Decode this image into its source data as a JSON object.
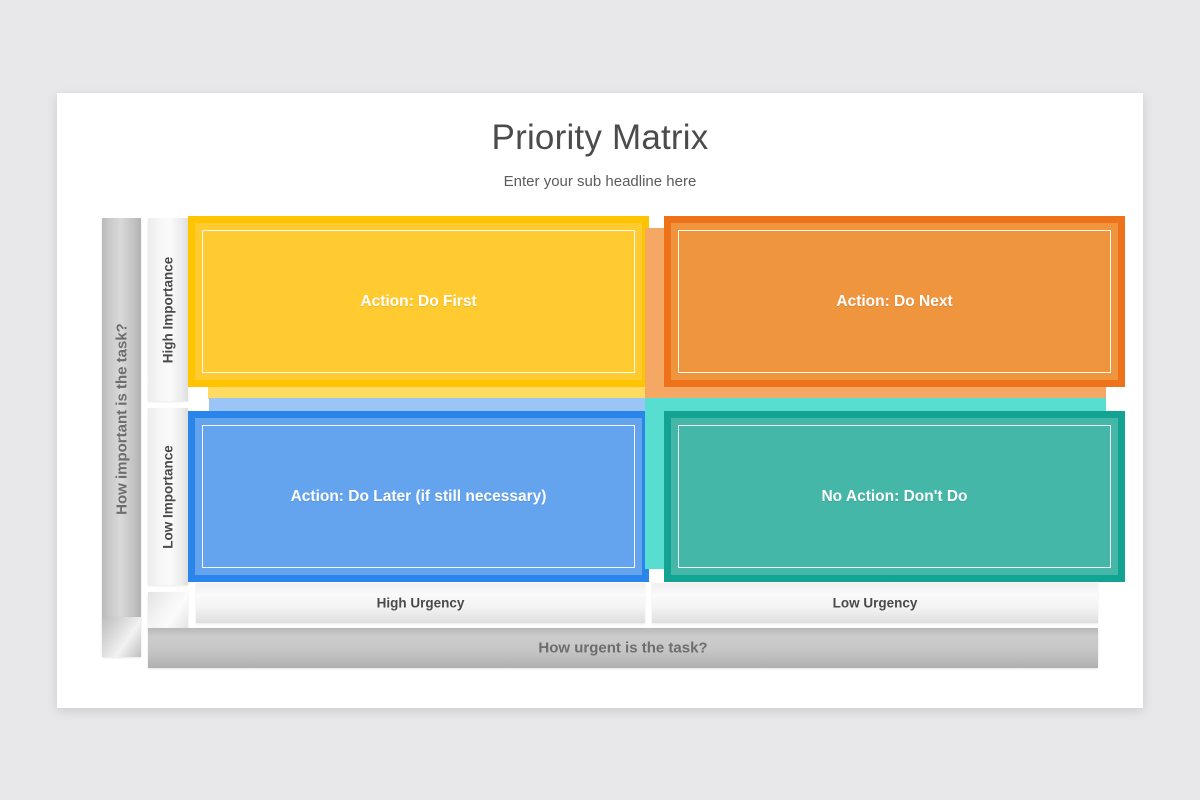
{
  "slide": {
    "title": "Priority Matrix",
    "subtitle": "Enter your sub headline here"
  },
  "axes": {
    "vertical": {
      "label": "How important is the task?",
      "levels": [
        {
          "key": "high",
          "label": "High Importance"
        },
        {
          "key": "low",
          "label": "Low Importance"
        }
      ]
    },
    "horizontal": {
      "label": "How urgent is the task?",
      "levels": [
        {
          "key": "high",
          "label": "High Urgency"
        },
        {
          "key": "low",
          "label": "Low Urgency"
        }
      ]
    }
  },
  "quadrants": [
    {
      "id": "do-first",
      "label": "Action: Do First",
      "importance": "High Importance",
      "urgency": "High Urgency",
      "colors": {
        "border": "#ffc400",
        "fill": "#ffcb31",
        "shadow": "#ffdb63"
      }
    },
    {
      "id": "do-next",
      "label": "Action: Do Next",
      "importance": "High Importance",
      "urgency": "Low Urgency",
      "colors": {
        "border": "#ed7219",
        "fill": "#ef953e",
        "shadow": "#f5a864"
      }
    },
    {
      "id": "do-later",
      "label": "Action: Do Later (if still necessary)",
      "importance": "Low Importance",
      "urgency": "High Urgency",
      "colors": {
        "border": "#2a85ea",
        "fill": "#64a4ef",
        "shadow": "#9bc4f7"
      }
    },
    {
      "id": "dont-do",
      "label": "No Action: Don't Do",
      "importance": "Low Importance",
      "urgency": "Low Urgency",
      "colors": {
        "border": "#13a392",
        "fill": "#44b7a8",
        "shadow": "#58ded0"
      }
    }
  ],
  "theme": {
    "page_background": "#e8e8ea",
    "slide_background": "#ffffff",
    "title_color": "#4b4b4b",
    "axis_text_color": "#6d6d6d",
    "level_text_color": "#4a4a4a",
    "quadrant_text_color": "#ffffff"
  }
}
